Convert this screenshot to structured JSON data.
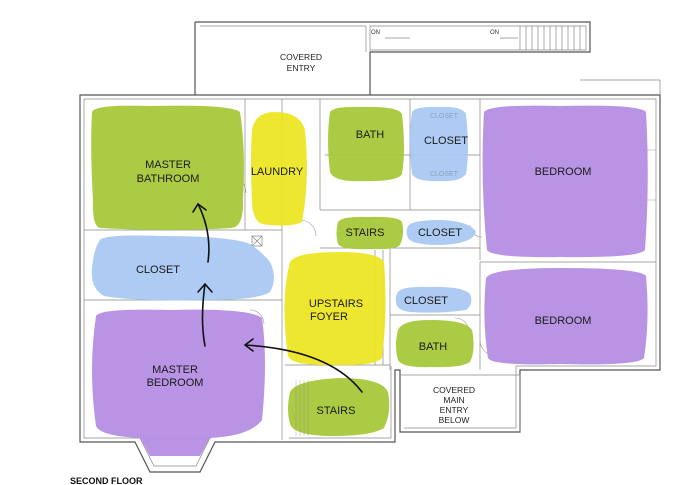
{
  "colors": {
    "bathroom": "#a8c83a",
    "closet": "#a9c8f2",
    "bedroom": "#b58ee3",
    "circulation": "#ece624",
    "walls": "#555555"
  },
  "labels": {
    "covered_entry_1": "COVERED",
    "covered_entry_2": "ENTRY",
    "on_left": "ON",
    "on_right": "ON",
    "master_bathroom_1": "MASTER",
    "master_bathroom_2": "BATHROOM",
    "laundry": "LAUNDRY",
    "bath_top": "BATH",
    "closet_top": "CLOSET",
    "bedroom_top": "BEDROOM",
    "stairs_mid": "STAIRS",
    "closet_mid": "CLOSET",
    "master_closet": "CLOSET",
    "upstairs_foyer_1": "UPSTAIRS",
    "upstairs_foyer_2": "FOYER",
    "closet_lower": "CLOSET",
    "bedroom_lower": "BEDROOM",
    "bath_lower": "BATH",
    "master_bedroom_1": "MASTER",
    "master_bedroom_2": "BEDROOM",
    "stairs_bottom": "STAIRS",
    "main_entry_1": "COVERED",
    "main_entry_2": "MAIN",
    "main_entry_3": "ENTRY",
    "main_entry_4": "BELOW",
    "closet_faint_1": "CLOSET",
    "closet_faint_2": "CLOSET",
    "caption": "SECOND FLOOR"
  }
}
